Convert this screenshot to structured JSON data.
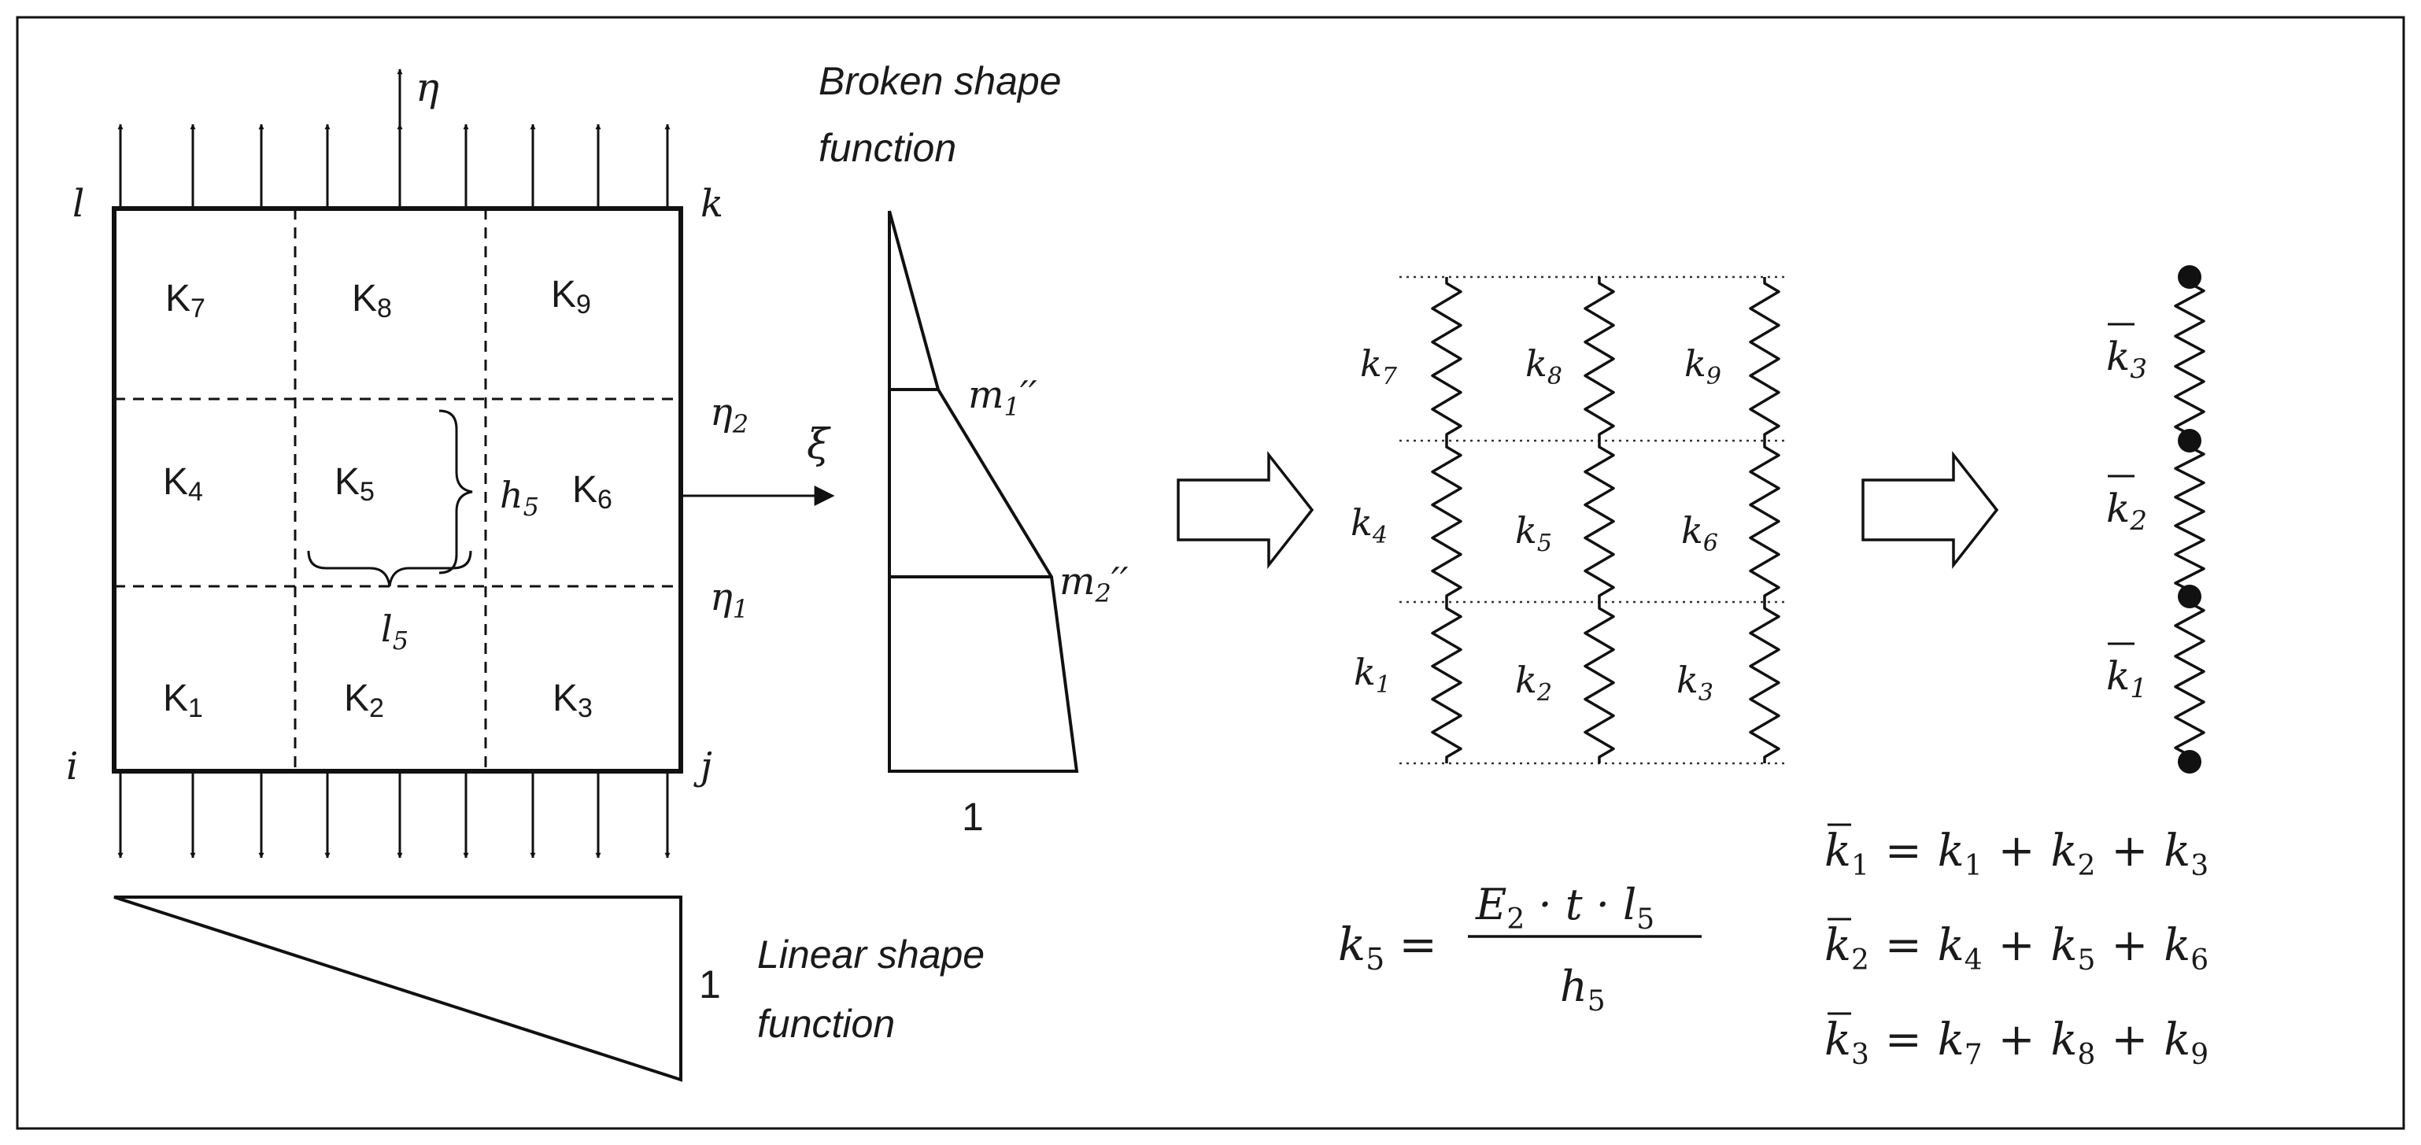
{
  "element": {
    "node_i": "i",
    "node_j": "j",
    "node_k": "k",
    "node_l": "l",
    "axis_eta": "η",
    "axis_xi": "ξ",
    "eta1": "η",
    "eta1_sub": "1",
    "eta2": "η",
    "eta2_sub": "2",
    "cells": [
      {
        "base": "K",
        "sub": "1"
      },
      {
        "base": "K",
        "sub": "2"
      },
      {
        "base": "K",
        "sub": "3"
      },
      {
        "base": "K",
        "sub": "4"
      },
      {
        "base": "K",
        "sub": "5"
      },
      {
        "base": "K",
        "sub": "6"
      },
      {
        "base": "K",
        "sub": "7"
      },
      {
        "base": "K",
        "sub": "8"
      },
      {
        "base": "K",
        "sub": "9"
      }
    ],
    "h5": "h",
    "h5_sub": "5",
    "l5": "l",
    "l5_sub": "5"
  },
  "broken_shape": {
    "title_line1": "Broken shape",
    "title_line2": "function",
    "m1": "m",
    "m1_sub": "1",
    "m1_prime": "′′",
    "m2": "m",
    "m2_sub": "2",
    "m2_prime": "′′",
    "base_value": "1"
  },
  "linear_shape": {
    "label_line1": "Linear shape",
    "label_line2": "function",
    "value": "1"
  },
  "springs": {
    "labels": [
      {
        "base": "k",
        "sub": "1"
      },
      {
        "base": "k",
        "sub": "2"
      },
      {
        "base": "k",
        "sub": "3"
      },
      {
        "base": "k",
        "sub": "4"
      },
      {
        "base": "k",
        "sub": "5"
      },
      {
        "base": "k",
        "sub": "6"
      },
      {
        "base": "k",
        "sub": "7"
      },
      {
        "base": "k",
        "sub": "8"
      },
      {
        "base": "k",
        "sub": "9"
      }
    ],
    "equivalent": [
      {
        "base": "k",
        "sub": "1"
      },
      {
        "base": "k",
        "sub": "2"
      },
      {
        "base": "k",
        "sub": "3"
      }
    ]
  },
  "formulas": {
    "k5_lhs": "k",
    "k5_lhs_sub": "5",
    "k5_num": "E",
    "k5_num_sub": "2",
    "k5_num_rest": " · t · l",
    "k5_num_rest_sub": "5",
    "k5_den": "h",
    "k5_den_sub": "5",
    "sums": [
      {
        "lhs_sub": "1",
        "terms": [
          {
            "base": "k",
            "sub": "1"
          },
          {
            "base": "k",
            "sub": "2"
          },
          {
            "base": "k",
            "sub": "3"
          }
        ]
      },
      {
        "lhs_sub": "2",
        "terms": [
          {
            "base": "k",
            "sub": "4"
          },
          {
            "base": "k",
            "sub": "5"
          },
          {
            "base": "k",
            "sub": "6"
          }
        ]
      },
      {
        "lhs_sub": "3",
        "terms": [
          {
            "base": "k",
            "sub": "7"
          },
          {
            "base": "k",
            "sub": "8"
          },
          {
            "base": "k",
            "sub": "9"
          }
        ]
      }
    ],
    "equals": "=",
    "plus": "+"
  }
}
